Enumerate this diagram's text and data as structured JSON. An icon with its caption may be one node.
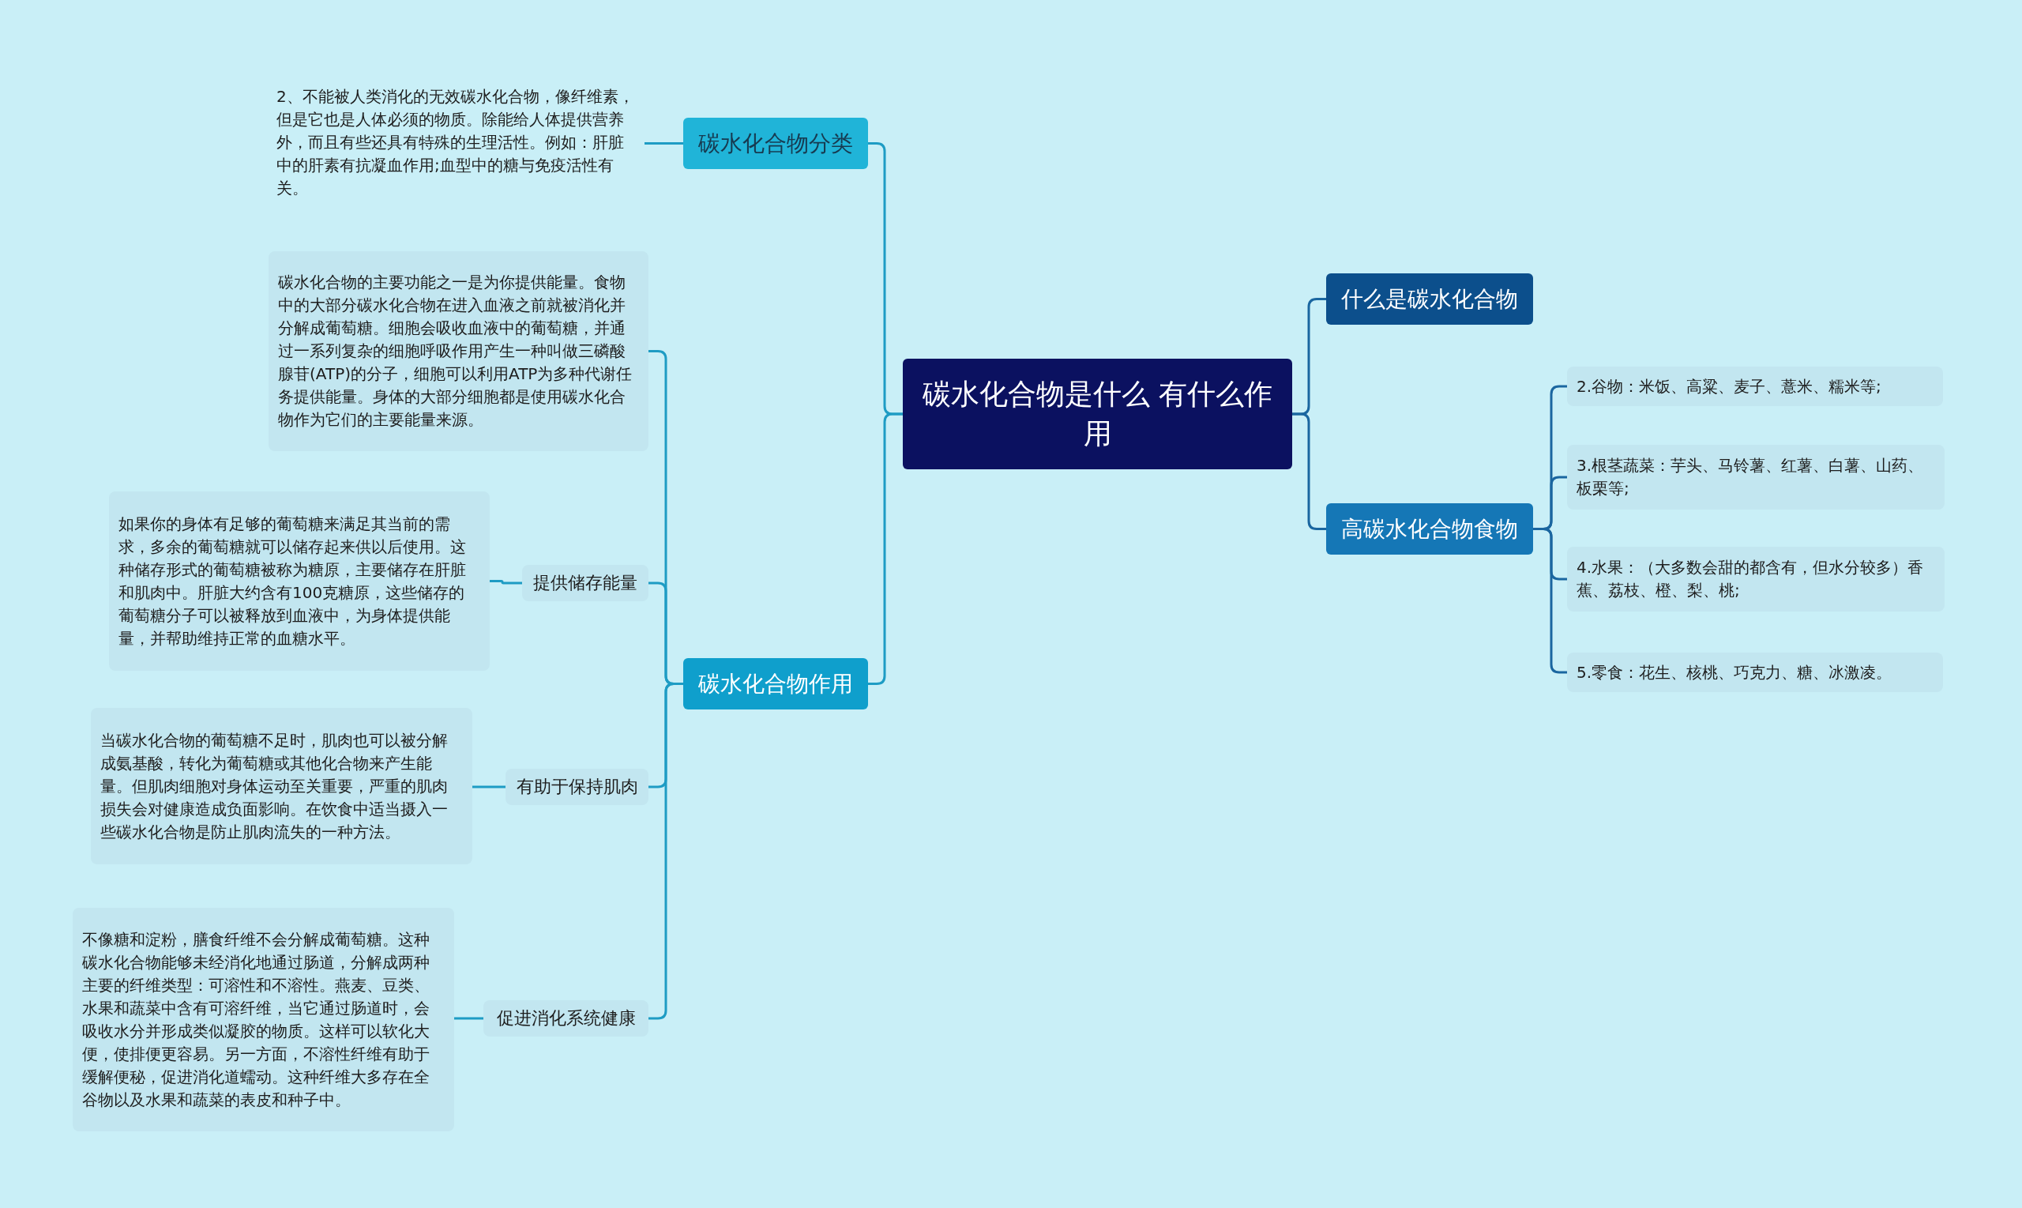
{
  "diagram": {
    "nodes": [
      {
        "text": [
          "碳水化合物是什么 有什么作用"
        ]
      },
      {
        "text": [
          "碳水化合物分类"
        ]
      },
      {
        "text": [
          "2、不能被人类消化的无效碳水化合物，像纤维素，但是它也是人体必须的物质。除能给人体提供营养外，而且有些还具有特殊的生理活性。例如：肝脏中的肝素有抗凝血作用;血型中的糖与免疫活性有关。"
        ]
      },
      {
        "text": [
          "碳水化合物作用"
        ]
      },
      {
        "text": [
          "碳水化合物的主要功能之一是为你提供能量。食物中的大部分碳水化合物在进入血液之前就被消化并分解成葡萄糖。细胞会吸收血液中的葡萄糖，并通过一系列复杂的细胞呼吸作用产生一种叫做三磷酸腺苷(ATP)的分子，细胞可以利用ATP为多种代谢任务提供能量。身体的大部分细胞都是使用碳水化合物作为它们的主要能量来源。"
        ]
      },
      {
        "text": [
          "提供储存能量"
        ]
      },
      {
        "text": [
          "如果你的身体有足够的葡萄糖来满足其当前的需求，多余的葡萄糖就可以储存起来供以后使用。这种储存形式的葡萄糖被称为糖原，主要储存在肝脏和肌肉中。肝脏大约含有100克糖原，这些储存的葡萄糖分子可以被释放到血液中，为身体提供能量，并帮助维持正常的血糖水平。"
        ]
      },
      {
        "text": [
          "有助于保持肌肉"
        ]
      },
      {
        "text": [
          "当碳水化合物的葡萄糖不足时，肌肉也可以被分解成氨基酸，转化为葡萄糖或其他化合物来产生能量。但肌肉细胞对身体运动至关重要，严重的肌肉损失会对健康造成负面影响。在饮食中适当摄入一些碳水化合物是防止肌肉流失的一种方法。"
        ]
      },
      {
        "text": [
          "促进消化系统健康"
        ]
      },
      {
        "text": [
          "不像糖和淀粉，膳食纤维不会分解成葡萄糖。这种碳水化合物能够未经消化地通过肠道，分解成两种主要的纤维类型：可溶性和不溶性。燕麦、豆类、水果和蔬菜中含有可溶纤维，当它通过肠道时，会吸收水分并形成类似凝胶的物质。这样可以软化大便，使排便更容易。另一方面，不溶性纤维有助于缓解便秘，促进消化道蠕动。这种纤维大多存在全谷物以及水果和蔬菜的表皮和种子中。"
        ]
      },
      {
        "text": [
          "什么是碳水化合物"
        ]
      },
      {
        "text": [
          "高碳水化合物食物"
        ]
      },
      {
        "text": [
          "2.谷物：米饭、高粱、麦子、薏米、糯米等;"
        ]
      },
      {
        "text": [
          "3.根茎蔬菜：芋头、马铃薯、红薯、白薯、山药、板栗等;"
        ]
      },
      {
        "text": [
          "4.水果：（大多数会甜的都含有，但水分较多）香蕉、荔枝、橙、梨、桃;"
        ]
      },
      {
        "text": [
          "5.零食：花生、核桃、巧克力、糖、冰激凌。"
        ]
      }
    ],
    "edges": [
      {
        "from": 0,
        "to": 1,
        "arrow": "none"
      },
      {
        "from": 1,
        "to": 2,
        "arrow": "none"
      },
      {
        "from": 0,
        "to": 3,
        "arrow": "none"
      },
      {
        "from": 3,
        "to": 4,
        "arrow": "none"
      },
      {
        "from": 3,
        "to": 5,
        "arrow": "none"
      },
      {
        "from": 5,
        "to": 6,
        "arrow": "none"
      },
      {
        "from": 3,
        "to": 7,
        "arrow": "none"
      },
      {
        "from": 7,
        "to": 8,
        "arrow": "none"
      },
      {
        "from": 3,
        "to": 9,
        "arrow": "none"
      },
      {
        "from": 9,
        "to": 10,
        "arrow": "none"
      },
      {
        "from": 0,
        "to": 11,
        "arrow": "none",
        "color": "#1a66a0"
      },
      {
        "from": 0,
        "to": 12,
        "arrow": "none",
        "color": "#1a66a0"
      },
      {
        "from": 12,
        "to": 13,
        "arrow": "none",
        "color": "#1a66a0"
      },
      {
        "from": 12,
        "to": 14,
        "arrow": "none",
        "color": "#1a66a0"
      },
      {
        "from": 12,
        "to": 15,
        "arrow": "none",
        "color": "#1a66a0"
      },
      {
        "from": 12,
        "to": 16,
        "arrow": "none",
        "color": "#1a66a0"
      }
    ]
  }
}
